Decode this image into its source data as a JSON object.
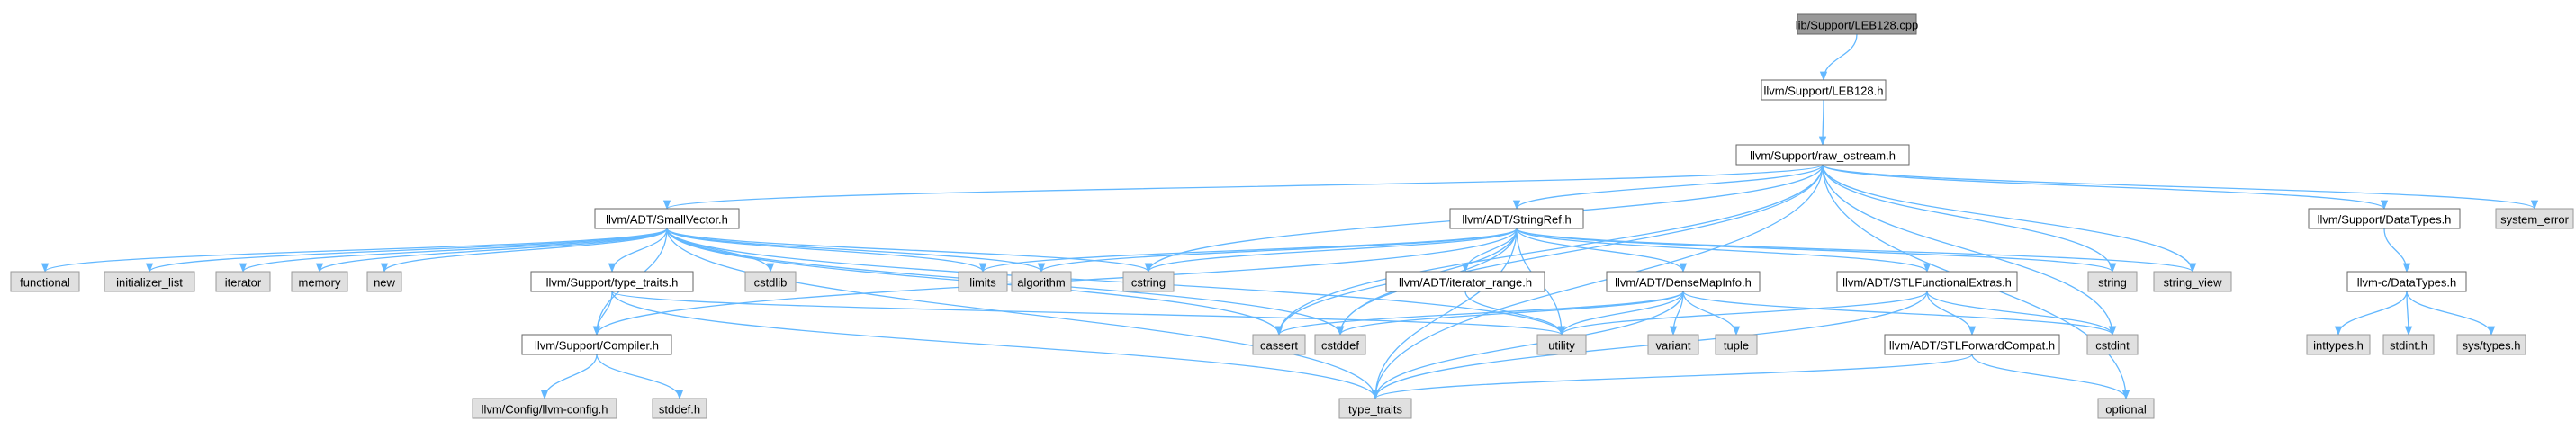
{
  "colors": {
    "edge": "#63b8ff",
    "root": "#999999",
    "local": "#ffffff",
    "system": "#e0e0e0",
    "border": "#666666"
  },
  "nodes": [
    {
      "id": "leb128_cpp",
      "label": "lib/Support/LEB128.cpp",
      "kind": "root"
    },
    {
      "id": "leb128_h",
      "label": "llvm/Support/LEB128.h",
      "kind": "local"
    },
    {
      "id": "raw_ostream",
      "label": "llvm/Support/raw_ostream.h",
      "kind": "local"
    },
    {
      "id": "smallvector",
      "label": "llvm/ADT/SmallVector.h",
      "kind": "local"
    },
    {
      "id": "stringref",
      "label": "llvm/ADT/StringRef.h",
      "kind": "local"
    },
    {
      "id": "datatypes",
      "label": "llvm/Support/DataTypes.h",
      "kind": "local"
    },
    {
      "id": "system_error",
      "label": "system_error",
      "kind": "system"
    },
    {
      "id": "functional",
      "label": "functional",
      "kind": "system"
    },
    {
      "id": "initializer_list",
      "label": "initializer_list",
      "kind": "system"
    },
    {
      "id": "iterator",
      "label": "iterator",
      "kind": "system"
    },
    {
      "id": "memory",
      "label": "memory",
      "kind": "system"
    },
    {
      "id": "new",
      "label": "new",
      "kind": "system"
    },
    {
      "id": "type_traits_h",
      "label": "llvm/Support/type_traits.h",
      "kind": "local"
    },
    {
      "id": "cstdlib",
      "label": "cstdlib",
      "kind": "system"
    },
    {
      "id": "limits",
      "label": "limits",
      "kind": "system"
    },
    {
      "id": "algorithm",
      "label": "algorithm",
      "kind": "system"
    },
    {
      "id": "cstring",
      "label": "cstring",
      "kind": "system"
    },
    {
      "id": "iterator_range",
      "label": "llvm/ADT/iterator_range.h",
      "kind": "local"
    },
    {
      "id": "densemapinfo",
      "label": "llvm/ADT/DenseMapInfo.h",
      "kind": "local"
    },
    {
      "id": "stlfunctional",
      "label": "llvm/ADT/STLFunctionalExtras.h",
      "kind": "local"
    },
    {
      "id": "string",
      "label": "string",
      "kind": "system"
    },
    {
      "id": "string_view",
      "label": "string_view",
      "kind": "system"
    },
    {
      "id": "c_datatypes",
      "label": "llvm-c/DataTypes.h",
      "kind": "local"
    },
    {
      "id": "compiler",
      "label": "llvm/Support/Compiler.h",
      "kind": "local"
    },
    {
      "id": "cassert",
      "label": "cassert",
      "kind": "system"
    },
    {
      "id": "cstddef",
      "label": "cstddef",
      "kind": "system"
    },
    {
      "id": "utility",
      "label": "utility",
      "kind": "system"
    },
    {
      "id": "variant",
      "label": "variant",
      "kind": "system"
    },
    {
      "id": "tuple",
      "label": "tuple",
      "kind": "system"
    },
    {
      "id": "cstdint",
      "label": "cstdint",
      "kind": "system"
    },
    {
      "id": "stlforward",
      "label": "llvm/ADT/STLForwardCompat.h",
      "kind": "local"
    },
    {
      "id": "inttypes",
      "label": "inttypes.h",
      "kind": "system"
    },
    {
      "id": "stdint",
      "label": "stdint.h",
      "kind": "system"
    },
    {
      "id": "sys_types",
      "label": "sys/types.h",
      "kind": "system"
    },
    {
      "id": "llvm_config",
      "label": "llvm/Config/llvm-config.h",
      "kind": "system"
    },
    {
      "id": "stddef",
      "label": "stddef.h",
      "kind": "system"
    },
    {
      "id": "type_traits",
      "label": "type_traits",
      "kind": "system"
    },
    {
      "id": "optional",
      "label": "optional",
      "kind": "system"
    }
  ],
  "edges": [
    [
      "leb128_cpp",
      "leb128_h"
    ],
    [
      "leb128_h",
      "raw_ostream"
    ],
    [
      "raw_ostream",
      "smallvector"
    ],
    [
      "raw_ostream",
      "stringref"
    ],
    [
      "raw_ostream",
      "datatypes"
    ],
    [
      "raw_ostream",
      "system_error"
    ],
    [
      "raw_ostream",
      "cassert"
    ],
    [
      "raw_ostream",
      "cstddef"
    ],
    [
      "raw_ostream",
      "cstdint"
    ],
    [
      "raw_ostream",
      "cstring"
    ],
    [
      "raw_ostream",
      "optional"
    ],
    [
      "raw_ostream",
      "string"
    ],
    [
      "raw_ostream",
      "string_view"
    ],
    [
      "raw_ostream",
      "type_traits"
    ],
    [
      "smallvector",
      "compiler"
    ],
    [
      "smallvector",
      "type_traits_h"
    ],
    [
      "smallvector",
      "algorithm"
    ],
    [
      "smallvector",
      "cassert"
    ],
    [
      "smallvector",
      "cstddef"
    ],
    [
      "smallvector",
      "cstdlib"
    ],
    [
      "smallvector",
      "cstring"
    ],
    [
      "smallvector",
      "functional"
    ],
    [
      "smallvector",
      "initializer_list"
    ],
    [
      "smallvector",
      "iterator"
    ],
    [
      "smallvector",
      "limits"
    ],
    [
      "smallvector",
      "memory"
    ],
    [
      "smallvector",
      "new"
    ],
    [
      "smallvector",
      "type_traits"
    ],
    [
      "smallvector",
      "utility"
    ],
    [
      "stringref",
      "densemapinfo"
    ],
    [
      "stringref",
      "stlfunctional"
    ],
    [
      "stringref",
      "iterator_range"
    ],
    [
      "stringref",
      "compiler"
    ],
    [
      "stringref",
      "algorithm"
    ],
    [
      "stringref",
      "cassert"
    ],
    [
      "stringref",
      "cstddef"
    ],
    [
      "stringref",
      "cstring"
    ],
    [
      "stringref",
      "limits"
    ],
    [
      "stringref",
      "string"
    ],
    [
      "stringref",
      "string_view"
    ],
    [
      "stringref",
      "type_traits"
    ],
    [
      "stringref",
      "utility"
    ],
    [
      "datatypes",
      "c_datatypes"
    ],
    [
      "c_datatypes",
      "inttypes"
    ],
    [
      "c_datatypes",
      "stdint"
    ],
    [
      "c_datatypes",
      "sys_types"
    ],
    [
      "type_traits_h",
      "compiler"
    ],
    [
      "type_traits_h",
      "type_traits"
    ],
    [
      "type_traits_h",
      "utility"
    ],
    [
      "compiler",
      "llvm_config"
    ],
    [
      "compiler",
      "stddef"
    ],
    [
      "iterator_range",
      "utility"
    ],
    [
      "densemapinfo",
      "cassert"
    ],
    [
      "densemapinfo",
      "cstddef"
    ],
    [
      "densemapinfo",
      "cstdint"
    ],
    [
      "densemapinfo",
      "tuple"
    ],
    [
      "densemapinfo",
      "type_traits"
    ],
    [
      "densemapinfo",
      "utility"
    ],
    [
      "densemapinfo",
      "variant"
    ],
    [
      "stlfunctional",
      "stlforward"
    ],
    [
      "stlfunctional",
      "cstdint"
    ],
    [
      "stlfunctional",
      "type_traits"
    ],
    [
      "stlfunctional",
      "utility"
    ],
    [
      "stlforward",
      "optional"
    ],
    [
      "stlforward",
      "type_traits"
    ]
  ]
}
